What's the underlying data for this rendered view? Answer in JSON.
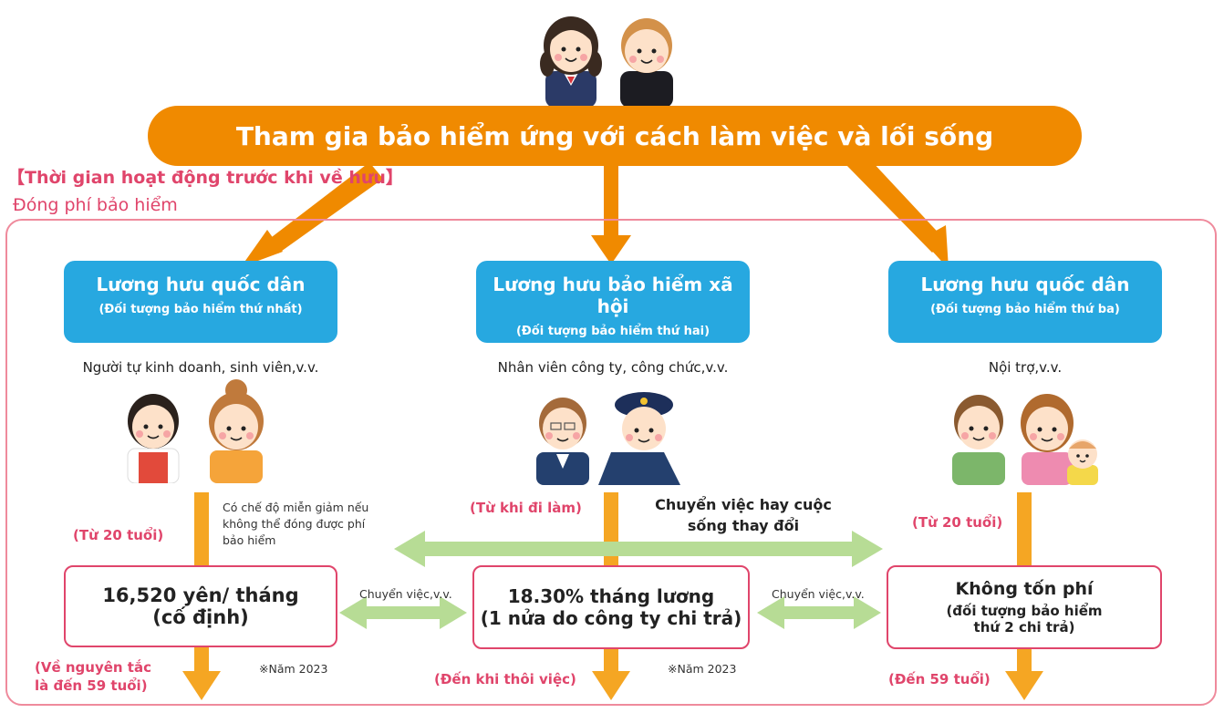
{
  "banner": "Tham gia bảo hiểm ứng với cách làm việc và lối sống",
  "heading": {
    "title": "【Thời gian hoạt động trước khi về hưu】",
    "subtitle": "Đóng phí bảo hiểm"
  },
  "columns": [
    {
      "title": "Lương hưu quốc dân",
      "subtitle": "(Đối tượng bảo hiểm thứ nhất)",
      "people": "Người tự kinh doanh, sinh viên,v.v.",
      "start": "(Từ 20 tuổi)",
      "note": [
        "Có chế độ miễn giảm nếu",
        "không thể đóng được phí",
        "bảo hiểm"
      ],
      "fee": [
        "16,520 yên/ tháng",
        "(cố định)"
      ],
      "fee_note": "※Năm 2023",
      "end": [
        "(Về nguyên tắc",
        "là đến 59 tuổi)"
      ]
    },
    {
      "title": "Lương hưu bảo hiểm xã hội",
      "subtitle": "(Đối tượng bảo hiểm thứ hai)",
      "people": "Nhân viên công ty, công chức,v.v.",
      "start": "(Từ khi đi làm)",
      "fee": [
        "18.30% tháng lương",
        "(1 nửa do công ty chi trả)"
      ],
      "fee_note": "※Năm 2023",
      "end": "(Đến khi thôi việc)"
    },
    {
      "title": "Lương hưu quốc dân",
      "subtitle": "(Đối tượng bảo hiểm thứ ba)",
      "people": "Nội trợ,v.v.",
      "start": "(Từ 20 tuổi)",
      "fee": [
        "Không tốn phí",
        "(đối tượng bảo hiểm",
        "thứ 2 chi trả)"
      ],
      "end": "(Đến 59 tuổi)"
    }
  ],
  "transfer": {
    "life_change": [
      "Chuyển việc hay cuộc",
      "sống thay đổi"
    ],
    "left": "Chuyển việc,v.v.",
    "right": "Chuyển việc,v.v."
  },
  "colors": {
    "orange": "#f08a00",
    "blue": "#27a8e0",
    "pink": "#e0456b",
    "green": "#b7dc95",
    "amber": "#f5a623"
  }
}
